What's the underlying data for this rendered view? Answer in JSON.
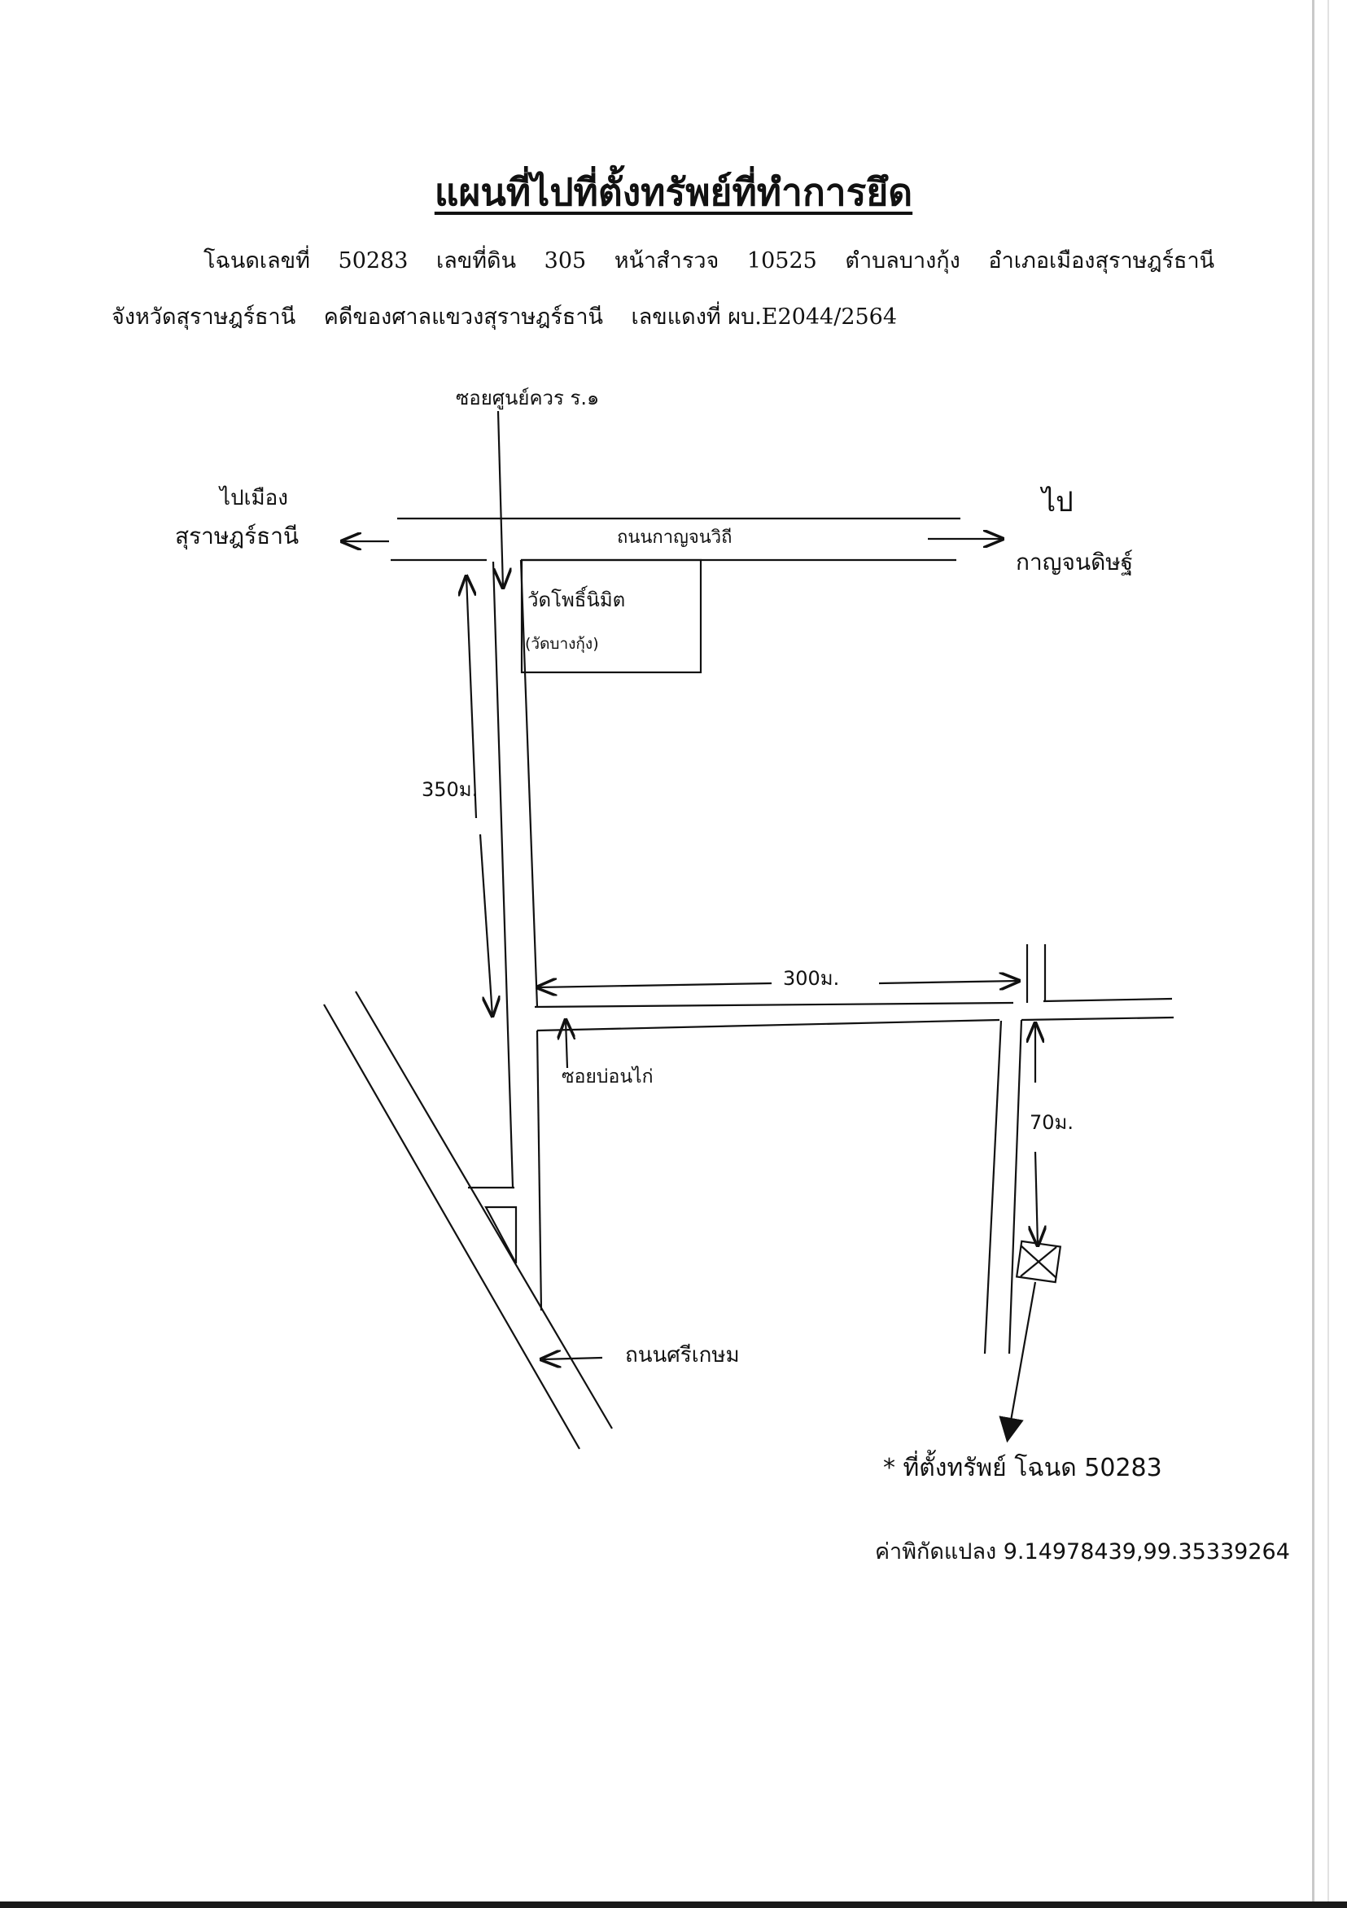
{
  "document": {
    "title": "แผนที่ไปที่ตั้งทรัพย์ที่ทำการยึด",
    "deed_label": "โฉนดเลขที่",
    "deed_no": "50283",
    "land_no_label": "เลขที่ดิน",
    "land_no": "305",
    "survey_label": "หน้าสำรวจ",
    "survey_no": "10525",
    "subdistrict": "ตำบลบางกุ้ง",
    "district": "อำเภอเมืองสุราษฎร์ธานี",
    "province": "จังหวัดสุราษฎร์ธานี",
    "court_case": "คดีของศาลแขวงสุราษฎร์ธานี",
    "red_case": "เลขแดงที่ ผบ.E2044/2564"
  },
  "map": {
    "road_top_label": "ซอยศูนย์ควร ร.๑",
    "to_city_line1": "ไปเมือง",
    "to_city_line2": "สุราษฎร์ธานี",
    "to_kanchanadit_line1": "ไป",
    "to_kanchanadit_line2": "กาญจนดิษฐ์",
    "main_road_label": "ถนนกาญจนวิถี",
    "temple_name": "วัดโพธิ์นิมิต",
    "temple_alt": "(วัดบางกุ้ง)",
    "dist_vertical": "350ม.",
    "dist_horizontal": "300ม.",
    "dist_short": "70ม.",
    "soi_label": "ซอยบ่อนไก่",
    "highway_label": "ถนนศรีเกษม",
    "property_note": "* ที่ตั้งทรัพย์ โฉนด 50283",
    "coords_label": "ค่าพิกัดแปลง 9.14978439,99.35339264"
  }
}
